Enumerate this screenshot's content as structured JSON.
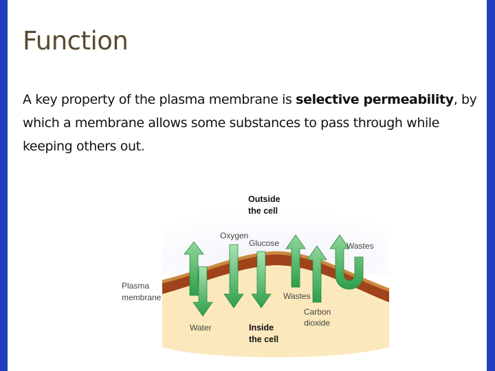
{
  "slide": {
    "title": "Function",
    "paragraph": {
      "before": "A key property of the plasma membrane is ",
      "bold": "selective permeability",
      "after": ", by which a membrane allows some substances to pass through while keeping others out."
    }
  },
  "diagram": {
    "outside_line1": "Outside",
    "outside_line2": "the cell",
    "inside_line1": "Inside",
    "inside_line2": "the cell",
    "membrane_line1": "Plasma",
    "membrane_line2": "membrane",
    "oxygen": "Oxygen",
    "glucose": "Glucose",
    "water": "Water",
    "wastes_inner": "Wastes",
    "wastes_outer": "Wastes",
    "carbon_line1": "Carbon",
    "carbon_line2": "dioxide"
  },
  "colors": {
    "frame": "#1f3ec0",
    "title": "#5b4a30",
    "membrane": "#a0431a",
    "inside_fill": "#fbe9bd",
    "outside_fill": "#eceaf7",
    "arrow_green": "#3daa55"
  }
}
